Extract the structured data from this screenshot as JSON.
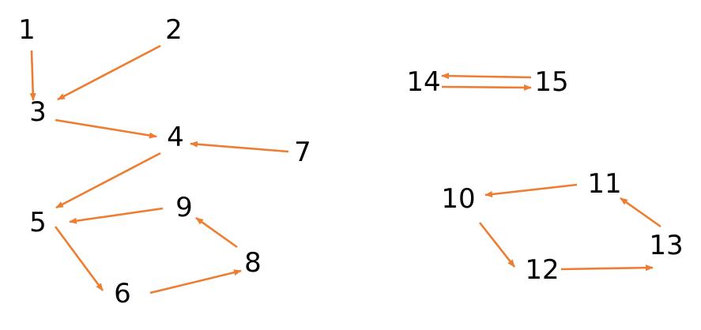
{
  "diagram": {
    "arrow_color": "#ED7D31",
    "text_color": "#000000",
    "nodes": [
      {
        "id": "1",
        "label": "1"
      },
      {
        "id": "2",
        "label": "2"
      },
      {
        "id": "3",
        "label": "3"
      },
      {
        "id": "4",
        "label": "4"
      },
      {
        "id": "5",
        "label": "5"
      },
      {
        "id": "6",
        "label": "6"
      },
      {
        "id": "7",
        "label": "7"
      },
      {
        "id": "8",
        "label": "8"
      },
      {
        "id": "9",
        "label": "9"
      },
      {
        "id": "10",
        "label": "10"
      },
      {
        "id": "11",
        "label": "11"
      },
      {
        "id": "12",
        "label": "12"
      },
      {
        "id": "13",
        "label": "13"
      },
      {
        "id": "14",
        "label": "14"
      },
      {
        "id": "15",
        "label": "15"
      }
    ],
    "edges": [
      {
        "from": "1",
        "to": "3"
      },
      {
        "from": "2",
        "to": "3"
      },
      {
        "from": "3",
        "to": "4"
      },
      {
        "from": "7",
        "to": "4"
      },
      {
        "from": "4",
        "to": "5"
      },
      {
        "from": "9",
        "to": "5"
      },
      {
        "from": "5",
        "to": "6"
      },
      {
        "from": "6",
        "to": "8"
      },
      {
        "from": "8",
        "to": "9"
      },
      {
        "from": "15",
        "to": "14"
      },
      {
        "from": "14",
        "to": "15"
      },
      {
        "from": "11",
        "to": "10"
      },
      {
        "from": "10",
        "to": "12"
      },
      {
        "from": "12",
        "to": "13"
      },
      {
        "from": "13",
        "to": "11"
      }
    ]
  }
}
